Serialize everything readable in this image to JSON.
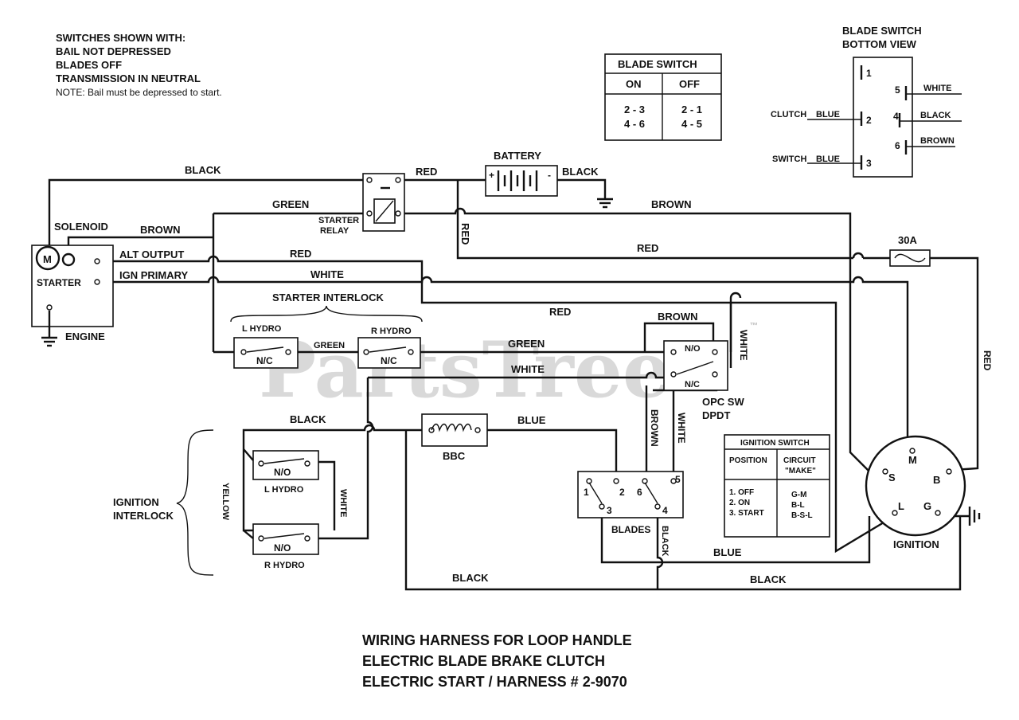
{
  "notes": {
    "line1": "SWITCHES SHOWN WITH:",
    "line2": "BAIL NOT DEPRESSED",
    "line3": "BLADES OFF",
    "line4": "TRANSMISSION IN NEUTRAL",
    "line5": "NOTE: Bail must be depressed to start."
  },
  "blade_switch_table": {
    "title": "BLADE SWITCH",
    "col_on": "ON",
    "col_off": "OFF",
    "on_1": "2 - 3",
    "on_2": "4 - 6",
    "off_1": "2 - 1",
    "off_2": "4 - 5"
  },
  "blade_switch_bottom": {
    "title1": "BLADE SWITCH",
    "title2": "BOTTOM VIEW",
    "t1": "1",
    "t2": "2",
    "t3": "3",
    "t4": "4",
    "t5": "5",
    "t6": "6",
    "white": "WHITE",
    "black": "BLACK",
    "brown": "BROWN",
    "clutch": "CLUTCH",
    "switch": "SWITCH",
    "blue1": "BLUE",
    "blue2": "BLUE"
  },
  "components": {
    "battery": "BATTERY",
    "battery_plus": "+",
    "battery_minus": "-",
    "solenoid": "SOLENOID",
    "motor": "M",
    "starter": "STARTER",
    "engine": "ENGINE",
    "alt_output": "ALT OUTPUT",
    "ign_primary": "IGN PRIMARY",
    "starter_relay_1": "STARTER",
    "starter_relay_2": "RELAY",
    "starter_interlock": "STARTER INTERLOCK",
    "l_hydro": "L HYDRO",
    "r_hydro": "R HYDRO",
    "nc": "N/C",
    "no": "N/O",
    "opc_1": "OPC SW",
    "opc_2": "DPDT",
    "fuse": "30A",
    "bbc": "BBC",
    "blades": "BLADES",
    "ignition": "IGNITION",
    "ignition_interlock_1": "IGNITION",
    "ignition_interlock_2": "INTERLOCK",
    "ign_s": "S",
    "ign_m": "M",
    "ign_b": "B",
    "ign_l": "L",
    "ign_g": "G",
    "bl_1": "1",
    "bl_2": "2",
    "bl_3": "3",
    "bl_4": "4",
    "bl_5": "5",
    "bl_6": "6"
  },
  "wire_labels": {
    "black_top": "BLACK",
    "red_top": "RED",
    "black_batt": "BLACK",
    "green_top": "GREEN",
    "brown_sol": "BROWN",
    "brown_top": "BROWN",
    "red_vert": "RED",
    "red_alt": "RED",
    "red_long": "RED",
    "white_ign": "WHITE",
    "red_mid": "RED",
    "brown_opc": "BROWN",
    "white_opc_v": "WHITE",
    "green_small": "GREEN",
    "green_mid": "GREEN",
    "white_mid": "WHITE",
    "black_ii": "BLACK",
    "blue_bbc": "BLUE",
    "brown_v": "BROWN",
    "white_v": "WHITE",
    "yellow": "YELLOW",
    "white_ii": "WHITE",
    "black_blades": "BLACK",
    "blue_bottom": "BLUE",
    "black_bottom1": "BLACK",
    "black_bottom2": "BLACK",
    "red_right": "RED"
  },
  "ignition_switch_table": {
    "title": "IGNITION SWITCH",
    "col_position": "POSITION",
    "col_circuit_1": "CIRCUIT",
    "col_circuit_2": "\"MAKE\"",
    "pos_1": "1.  OFF",
    "pos_2": "2.  ON",
    "pos_3": "3.  START",
    "make_1": "G-M",
    "make_2": "B-L",
    "make_3": "B-S-L"
  },
  "caption": {
    "line1": "WIRING HARNESS FOR LOOP HANDLE",
    "line2": "ELECTRIC BLADE BRAKE CLUTCH",
    "line3": "ELECTRIC START / HARNESS # 2-9070"
  },
  "watermark": {
    "text": "PartsTree",
    "tm": "™"
  }
}
